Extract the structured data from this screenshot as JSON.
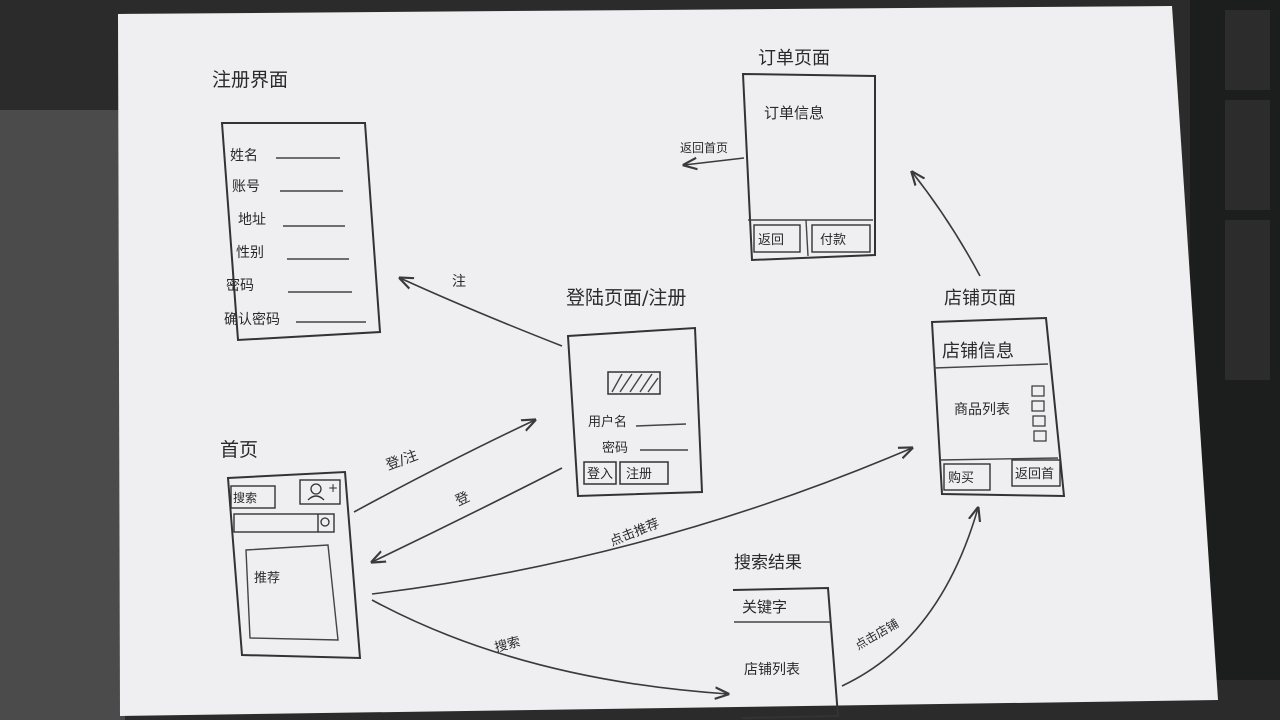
{
  "register_page": {
    "title": "注册界面",
    "fields": [
      "姓名",
      "账号",
      "地址",
      "性别",
      "密码",
      "确认密码"
    ]
  },
  "login_page": {
    "title": "登陆页面/注册",
    "fields": [
      "用户名",
      "密码"
    ],
    "buttons": [
      "登入",
      "注册"
    ]
  },
  "home_page": {
    "title": "首页",
    "search_label": "搜索",
    "content_label": "推荐"
  },
  "order_page": {
    "title": "订单页面",
    "info_label": "订单信息",
    "buttons": [
      "返回",
      "付款"
    ]
  },
  "shop_page": {
    "title": "店铺页面",
    "header": "店铺信息",
    "content_label": "商品列表",
    "buttons": [
      "购买",
      "返回首"
    ]
  },
  "search_result_page": {
    "title": "搜索结果",
    "header": "关键字",
    "content_label": "店铺列表"
  },
  "arrows": {
    "to_register": "注",
    "home_to_login": "登/注",
    "login_to_home": "登",
    "order_back": "返回首页",
    "home_to_shop": "点击推荐",
    "home_to_search": "搜索",
    "search_to_shop": "点击店铺"
  }
}
